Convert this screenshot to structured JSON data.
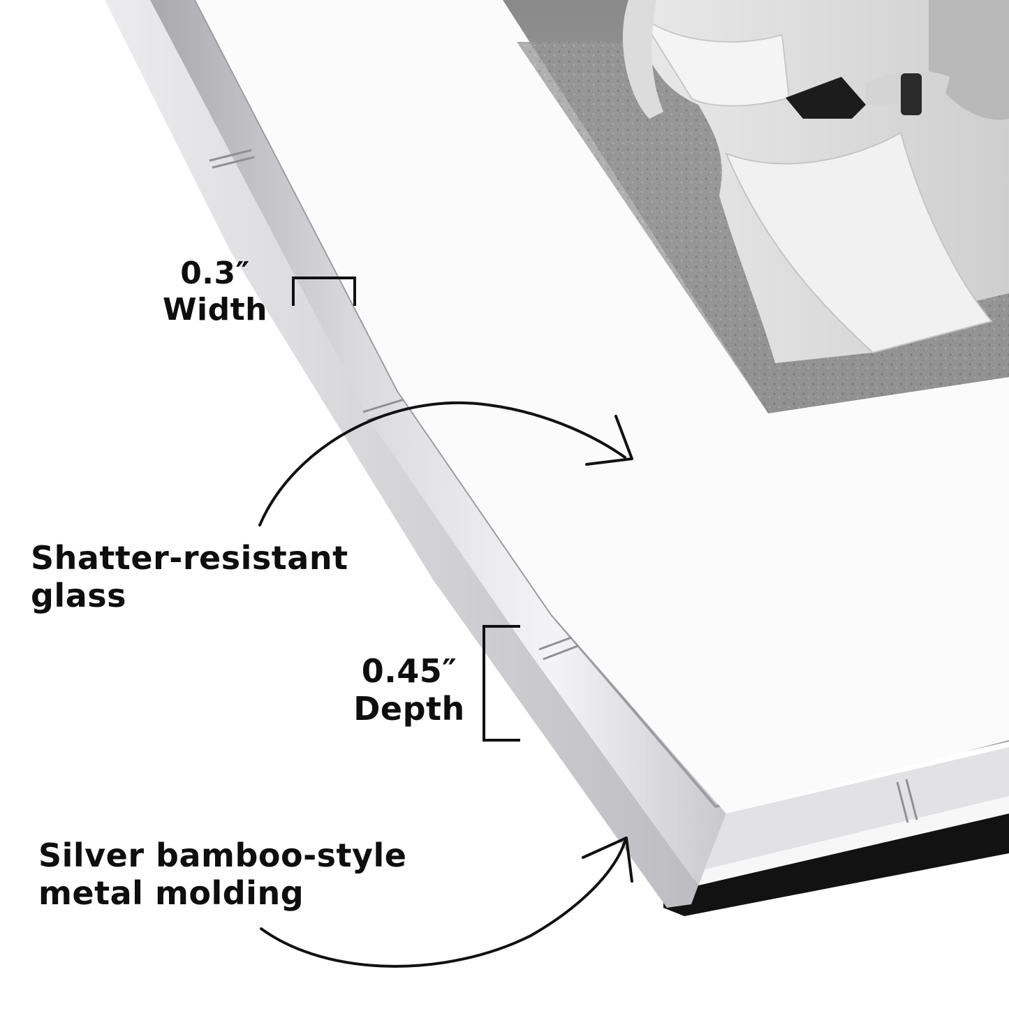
{
  "callouts": {
    "width": {
      "value": "0.3″",
      "label": "Width"
    },
    "glass": {
      "line1": "Shatter-resistant",
      "line2": "glass"
    },
    "depth": {
      "value": "0.45″",
      "label": "Depth"
    },
    "molding": {
      "line1": "Silver bamboo-style",
      "line2": "metal molding"
    }
  },
  "colors": {
    "frame_silver": "#cfcfd1",
    "frame_highlight": "#f2f2f4",
    "frame_shadow": "#8e8e92",
    "mat": "#fbfbfb",
    "backing": "#121212",
    "annotation_ink": "#111111"
  }
}
